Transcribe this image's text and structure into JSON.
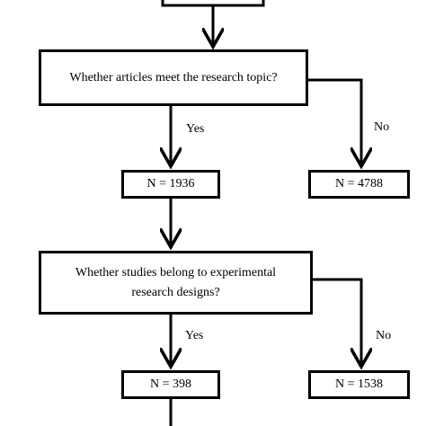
{
  "flowchart": {
    "question_1": "Whether articles meet the research topic?",
    "yes_1": "Yes",
    "no_1": "No",
    "yes_count_1": "N = 1936",
    "no_count_1": "N = 4788",
    "question_2_line_1": "Whether studies belong to experimental",
    "question_2_line_2": "research designs?",
    "yes_2": "Yes",
    "no_2": "No",
    "yes_count_2": "N = 398",
    "no_count_2": "N = 1538"
  },
  "colors": {
    "line": "#000000",
    "background": "#ffffff"
  }
}
